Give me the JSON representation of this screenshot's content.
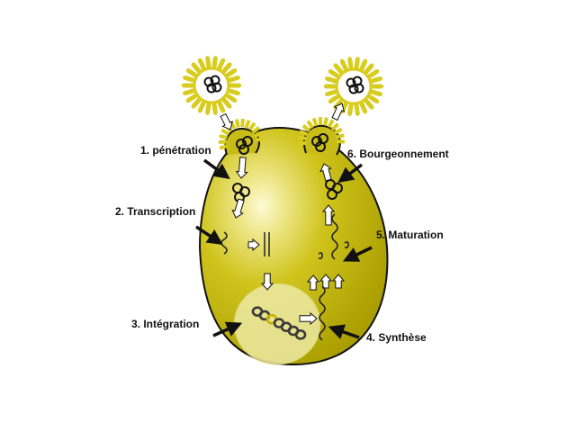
{
  "colors": {
    "cell_fill": "#b8ad00",
    "cell_highlight": "#fdfbd6",
    "nucleus": "#eeeaa4",
    "spike": "#d8cc1e",
    "outline": "#111111",
    "arrow_fill": "#ffffff"
  },
  "labels": {
    "penetration": "1. pénétration",
    "transcription": "2. Transcription",
    "integration": "3. Intégration",
    "synthese": "4. Synthèse",
    "maturation": "5. Maturation",
    "bourgeonnement": "6. Bourgeonnement"
  },
  "steps": [
    {
      "number": 1,
      "name": "pénétration"
    },
    {
      "number": 2,
      "name": "Transcription"
    },
    {
      "number": 3,
      "name": "Intégration"
    },
    {
      "number": 4,
      "name": "Synthèse"
    },
    {
      "number": 5,
      "name": "Maturation"
    },
    {
      "number": 6,
      "name": "Bourgeonnement"
    }
  ]
}
